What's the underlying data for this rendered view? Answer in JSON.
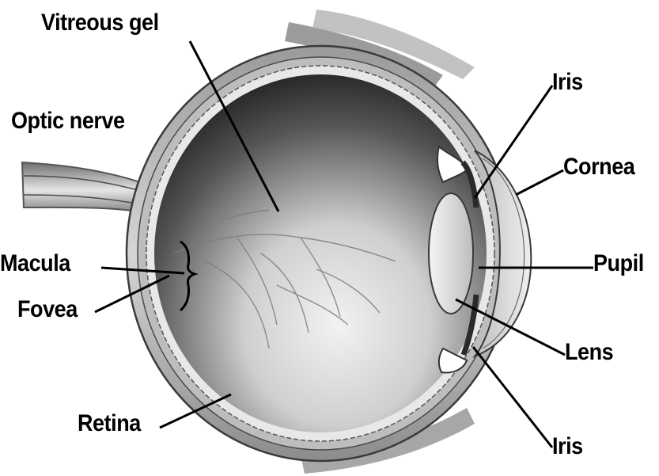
{
  "labels": {
    "vitreous_gel": "Vitreous gel",
    "optic_nerve": "Optic nerve",
    "iris_top": "Iris",
    "cornea": "Cornea",
    "macula": "Macula",
    "pupil": "Pupil",
    "fovea": "Fovea",
    "lens": "Lens",
    "retina": "Retina",
    "iris_bottom": "Iris"
  },
  "colors": {
    "background": "#ffffff",
    "label_text": "#000000",
    "leader_line": "#000000",
    "sclera": "#d8d8d8",
    "vitreous_dark": "#111111",
    "vitreous_light": "#f0f0f0",
    "lens": "#e6e6e6",
    "blood_vessels": "#8a8a8a"
  }
}
